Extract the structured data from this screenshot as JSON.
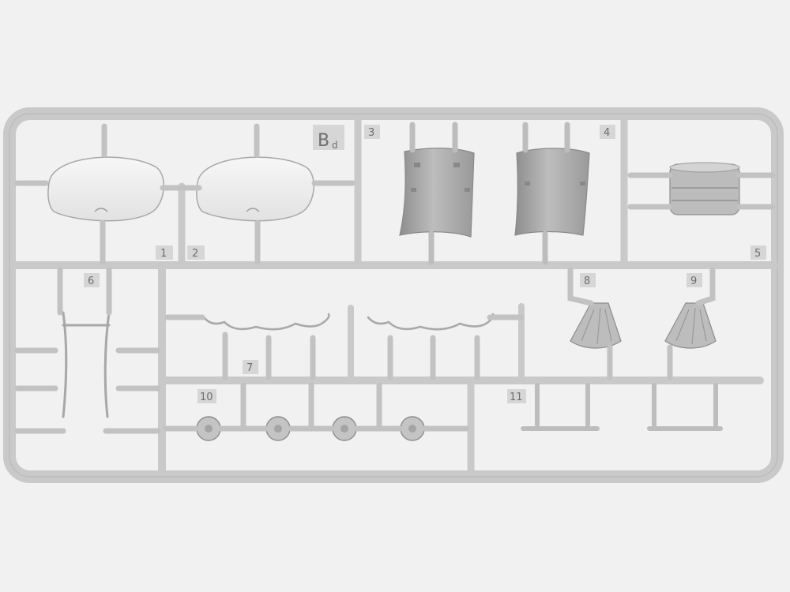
{
  "sprue": {
    "letter": "B",
    "letter_sub": "d",
    "part_numbers": [
      "1",
      "2",
      "3",
      "4",
      "5",
      "6",
      "7",
      "8",
      "9",
      "10",
      "11"
    ]
  },
  "colors": {
    "background": "#f1f1f1",
    "plastic": "#c9c9c9",
    "plastic_dark": "#a9a9a9",
    "clear_part": "#ececec",
    "tag_box": "#d6d6d6",
    "label": "#6e6e6e"
  }
}
